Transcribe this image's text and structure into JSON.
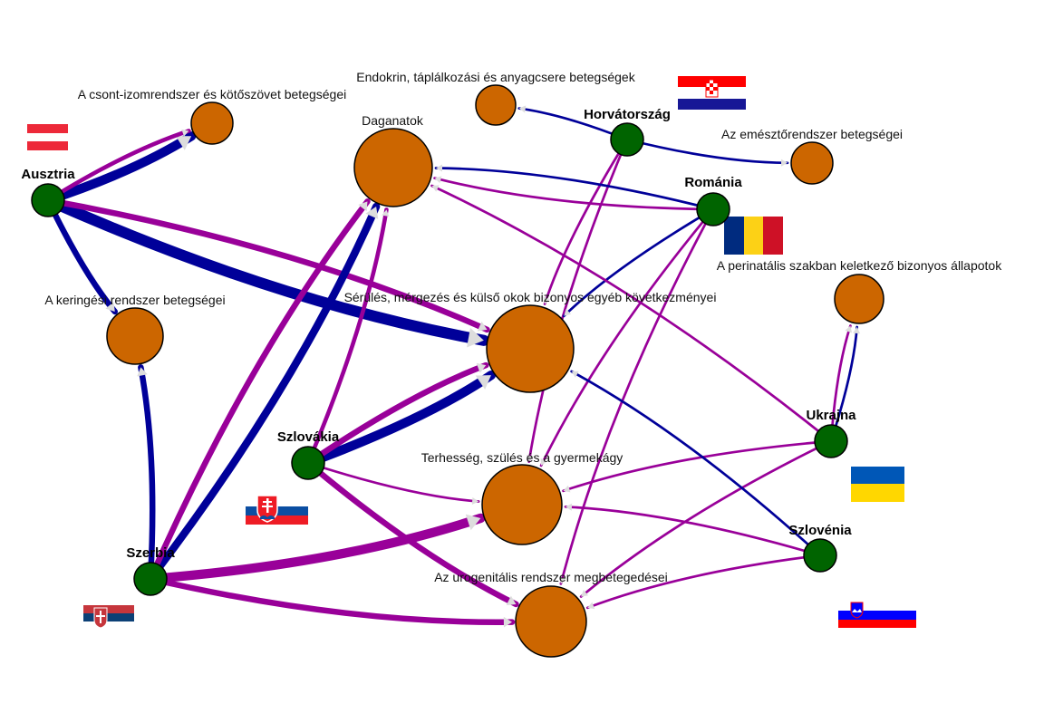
{
  "colors": {
    "country_node": "#006400",
    "disease_node": "#CC6600",
    "edge_blue": "#000099",
    "edge_purple": "#990099",
    "arrow_head": "#dddddd"
  },
  "countries": {
    "ausztria": "Ausztria",
    "horvatorszag": "Horvátország",
    "romania": "Románia",
    "ukrajna": "Ukrajna",
    "szlovakia": "Szlovákia",
    "szerbia": "Szerbia",
    "szlovenia": "Szlovénia"
  },
  "diseases": {
    "musculoskeletal": "A csont-izomrendszer és kötőszövet betegségei",
    "endocrine": "Endokrin, táplálkozási és anyagcsere betegségek",
    "neoplasms": "Daganatok",
    "digestive": "Az emésztőrendszer betegségei",
    "circulatory": "A keringési rendszer betegségei",
    "injury": "Sérülés, mérgezés és külső okok bizonyos egyéb következményei",
    "perinatal": "A perinatális szakban keletkező bizonyos állapotok",
    "pregnancy": "Terhesség, szülés és a gyermekágy",
    "urogenital": "Az urogenitális rendszer megbetegedései"
  },
  "flags": [
    {
      "country": "ausztria",
      "icon": "flag-austria"
    },
    {
      "country": "horvatorszag",
      "icon": "flag-croatia"
    },
    {
      "country": "romania",
      "icon": "flag-romania"
    },
    {
      "country": "ukrajna",
      "icon": "flag-ukraine"
    },
    {
      "country": "szlovakia",
      "icon": "flag-slovakia"
    },
    {
      "country": "szerbia",
      "icon": "flag-serbia"
    },
    {
      "country": "szlovenia",
      "icon": "flag-slovenia"
    }
  ],
  "edges": [
    {
      "from": "ausztria",
      "to": "musculoskeletal",
      "color": "blue",
      "weight": 5
    },
    {
      "from": "ausztria",
      "to": "musculoskeletal",
      "color": "purple",
      "weight": 2
    },
    {
      "from": "ausztria",
      "to": "circulatory",
      "color": "blue",
      "weight": 3
    },
    {
      "from": "ausztria",
      "to": "injury",
      "color": "blue",
      "weight": 6
    },
    {
      "from": "ausztria",
      "to": "injury",
      "color": "purple",
      "weight": 3
    },
    {
      "from": "horvatorszag",
      "to": "endocrine",
      "color": "blue",
      "weight": 1
    },
    {
      "from": "horvatorszag",
      "to": "digestive",
      "color": "blue",
      "weight": 1
    },
    {
      "from": "horvatorszag",
      "to": "pregnancy",
      "color": "purple",
      "weight": 1
    },
    {
      "from": "horvatorszag",
      "to": "injury",
      "color": "purple",
      "weight": 1
    },
    {
      "from": "romania",
      "to": "neoplasms",
      "color": "blue",
      "weight": 1
    },
    {
      "from": "romania",
      "to": "neoplasms",
      "color": "purple",
      "weight": 1
    },
    {
      "from": "romania",
      "to": "injury",
      "color": "blue",
      "weight": 1
    },
    {
      "from": "romania",
      "to": "pregnancy",
      "color": "purple",
      "weight": 1
    },
    {
      "from": "romania",
      "to": "urogenital",
      "color": "purple",
      "weight": 1
    },
    {
      "from": "ukrajna",
      "to": "perinatal",
      "color": "blue",
      "weight": 1
    },
    {
      "from": "ukrajna",
      "to": "perinatal",
      "color": "purple",
      "weight": 1
    },
    {
      "from": "ukrajna",
      "to": "neoplasms",
      "color": "purple",
      "weight": 1
    },
    {
      "from": "ukrajna",
      "to": "pregnancy",
      "color": "purple",
      "weight": 1
    },
    {
      "from": "ukrajna",
      "to": "urogenital",
      "color": "purple",
      "weight": 1
    },
    {
      "from": "ukrajna",
      "to": "szlovakia_link",
      "color": "none",
      "weight": 0
    },
    {
      "from": "szlovakia",
      "to": "injury",
      "color": "blue",
      "weight": 5
    },
    {
      "from": "szlovakia",
      "to": "injury",
      "color": "purple",
      "weight": 3
    },
    {
      "from": "szlovakia",
      "to": "neoplasms",
      "color": "purple",
      "weight": 2
    },
    {
      "from": "szlovakia",
      "to": "pregnancy",
      "color": "purple",
      "weight": 1
    },
    {
      "from": "szlovakia",
      "to": "urogenital",
      "color": "purple",
      "weight": 3
    },
    {
      "from": "szlovakia",
      "to": "perinatal_far",
      "color": "none",
      "weight": 0
    },
    {
      "from": "szerbia",
      "to": "circulatory",
      "color": "blue",
      "weight": 3
    },
    {
      "from": "szerbia",
      "to": "neoplasms",
      "color": "blue",
      "weight": 4
    },
    {
      "from": "szerbia",
      "to": "neoplasms",
      "color": "purple",
      "weight": 3
    },
    {
      "from": "szerbia",
      "to": "pregnancy",
      "color": "purple",
      "weight": 5
    },
    {
      "from": "szerbia",
      "to": "urogenital",
      "color": "purple",
      "weight": 3
    },
    {
      "from": "szlovenia",
      "to": "injury",
      "color": "blue",
      "weight": 1
    },
    {
      "from": "szlovenia",
      "to": "pregnancy",
      "color": "purple",
      "weight": 1
    },
    {
      "from": "szlovenia",
      "to": "urogenital",
      "color": "purple",
      "weight": 1
    }
  ]
}
